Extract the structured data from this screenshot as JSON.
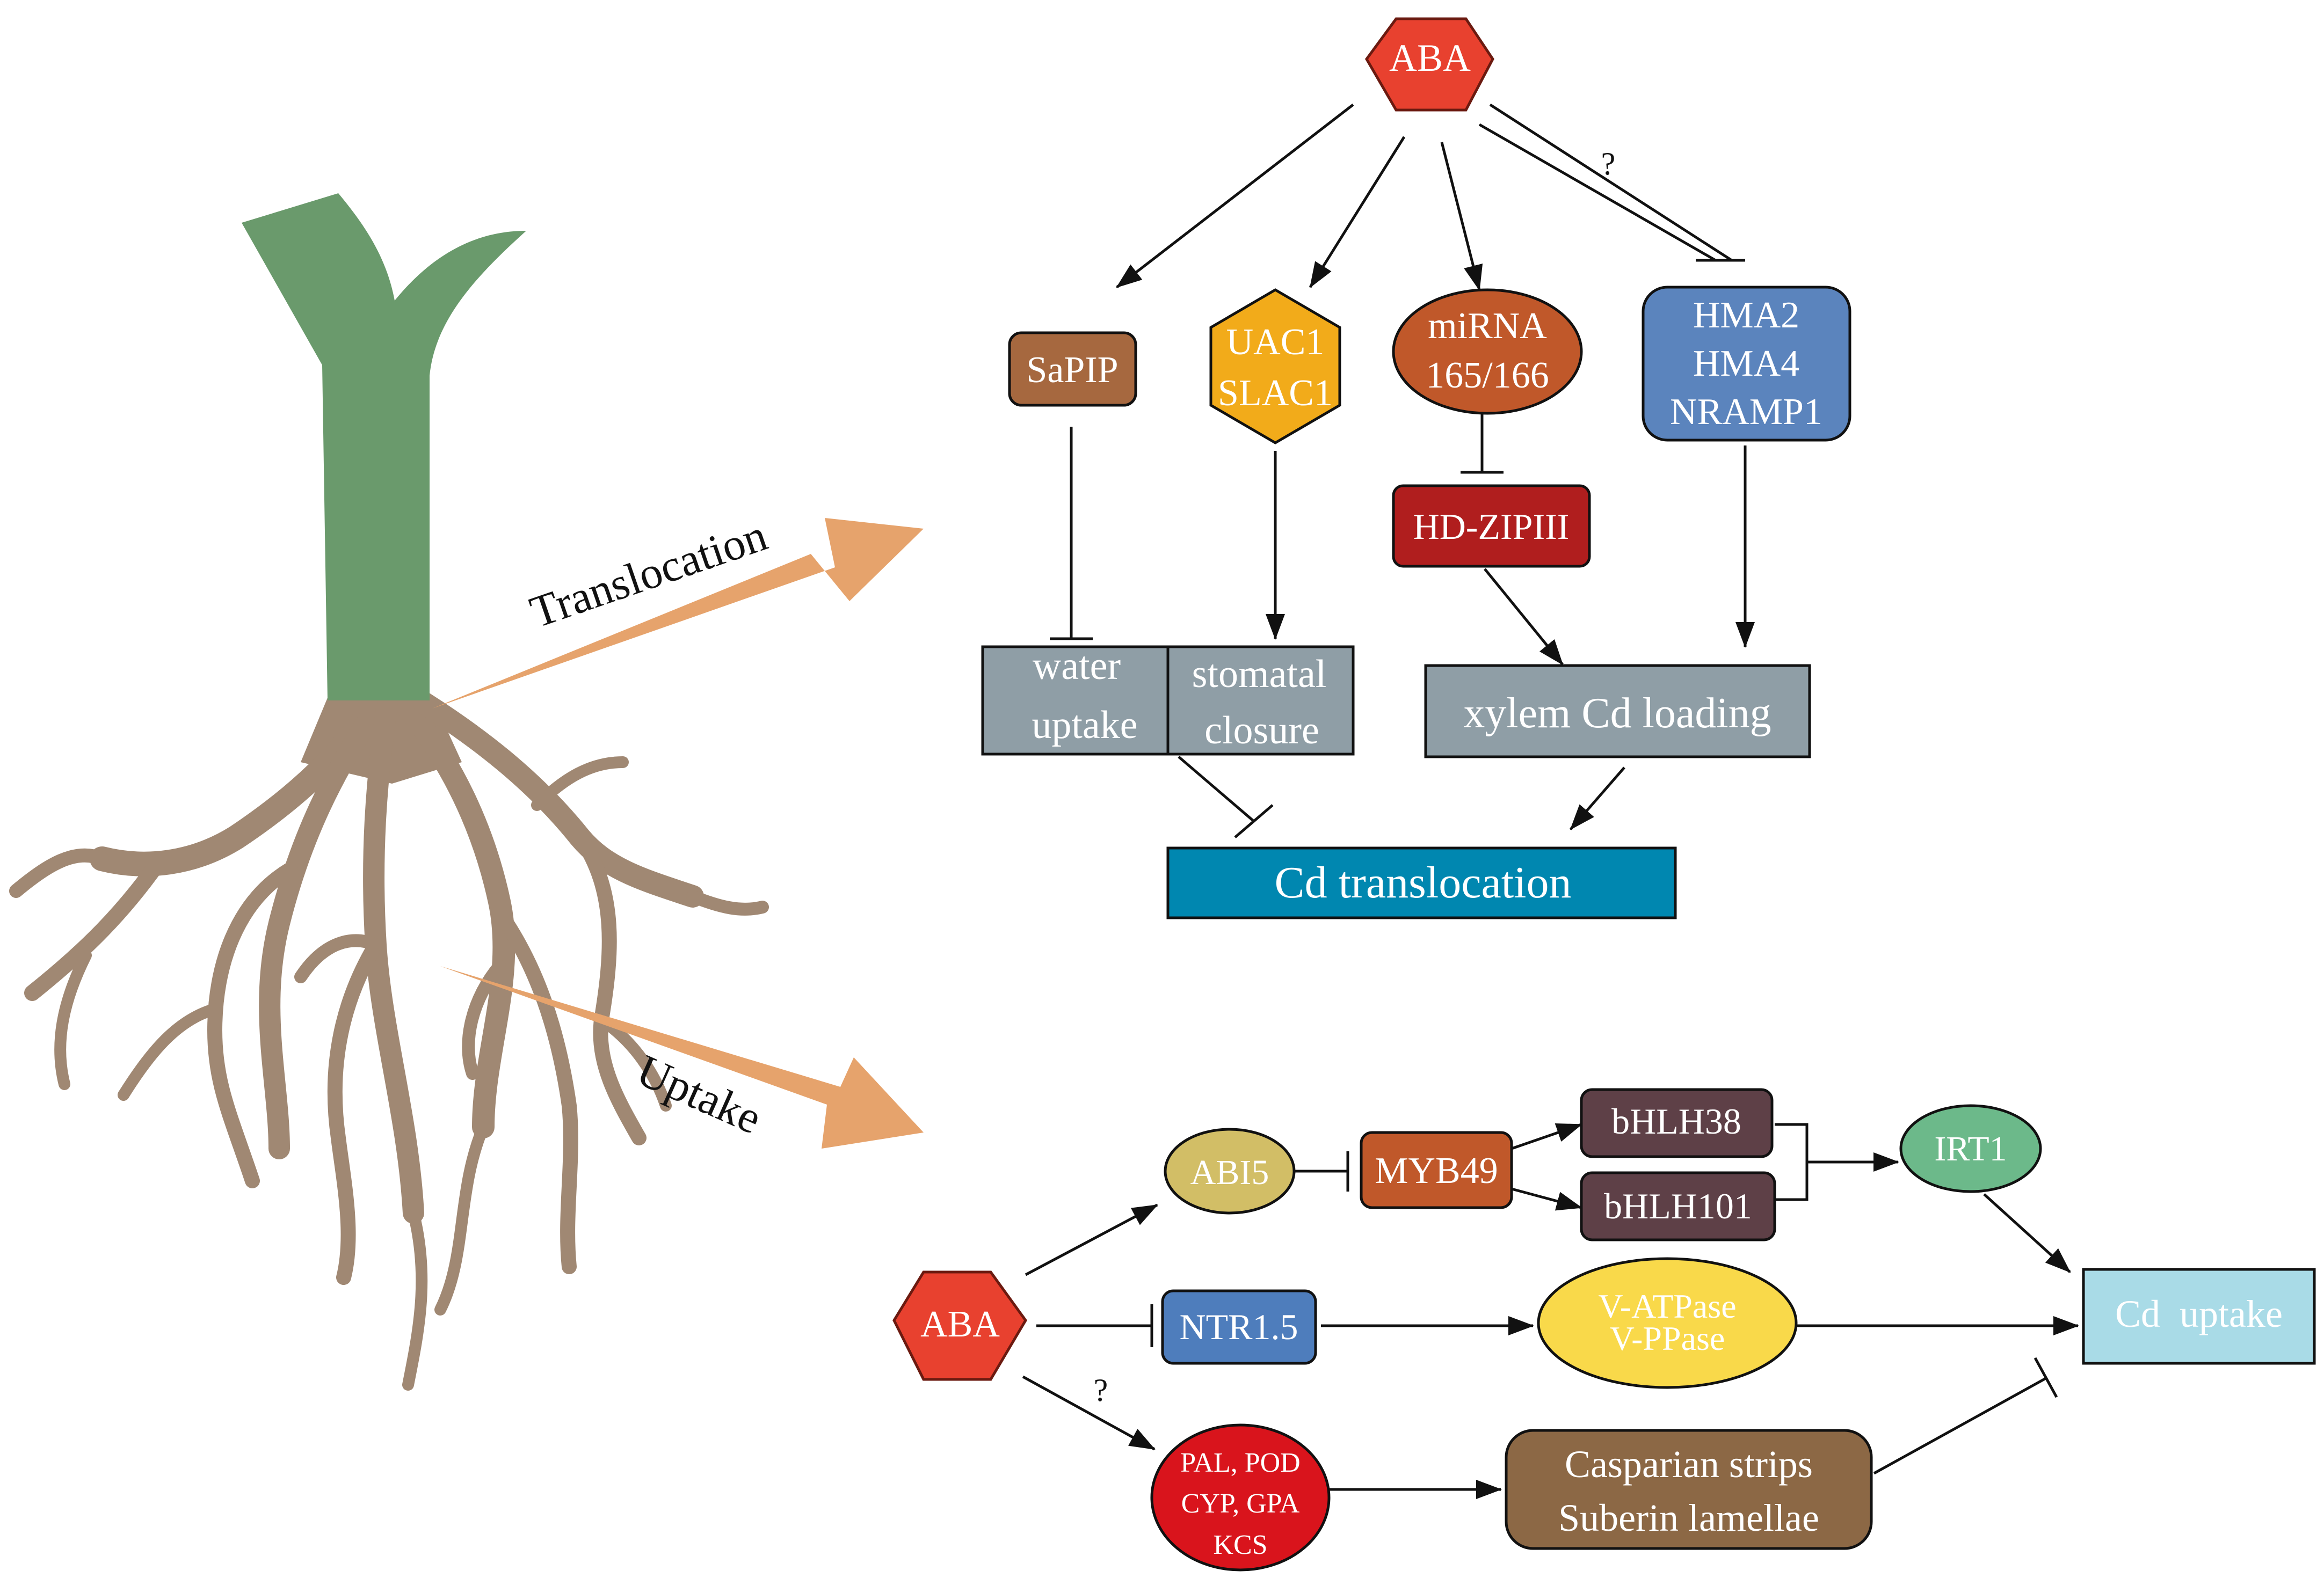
{
  "colors": {
    "stem": "#6a9a6c",
    "root": "#a08873",
    "big_arrow": "#e6a36c",
    "aba": "#e8412f",
    "sapip": "#a6683f",
    "uac1": "#f2ab1a",
    "mirna": "#c0582a",
    "hma": "#5b84bd",
    "hdzip": "#b01e1e",
    "grey_box": "#8f9ea6",
    "cd_translocation": "#0087b0",
    "abi5": "#d2be66",
    "myb49": "#c0582a",
    "bhlh": "#5e4047",
    "irt1": "#6cb98a",
    "ntr": "#4e7dbc",
    "vatpase": "#f9d94a",
    "cd_uptake": "#a9dbe7",
    "pal": "#d9141c",
    "casparian": "#8c6845",
    "line": "#111111"
  },
  "left": {
    "translocation_label": "Translocation",
    "uptake_label": "Uptake"
  },
  "translocation": {
    "aba": "ABA",
    "sapip": "SaPIP",
    "uac1": [
      "UAC1",
      "SLAC1"
    ],
    "mirna": [
      "miRNA",
      "165/166"
    ],
    "hma": [
      "HMA2",
      "HMA4",
      "NRAMP1"
    ],
    "question": "?",
    "hdzip": "HD-ZIPIII",
    "water": [
      "water",
      "uptake"
    ],
    "stomatal": [
      "stomatal",
      "closure"
    ],
    "xylem": "xylem Cd loading",
    "cd_translocation": "Cd translocation"
  },
  "uptake": {
    "aba": "ABA",
    "abi5": "ABI5",
    "myb49": "MYB49",
    "bhlh38": "bHLH38",
    "bhlh101": "bHLH101",
    "irt1": "IRT1",
    "ntr": "NTR1.5",
    "vatpase": [
      "V-ATPase",
      "V-PPase"
    ],
    "cd_uptake": "Cd  uptake",
    "question": "?",
    "pal": [
      "PAL, POD",
      "CYP, GPA",
      "KCS"
    ],
    "casparian": [
      "Casparian strips",
      "Suberin lamellae"
    ]
  }
}
